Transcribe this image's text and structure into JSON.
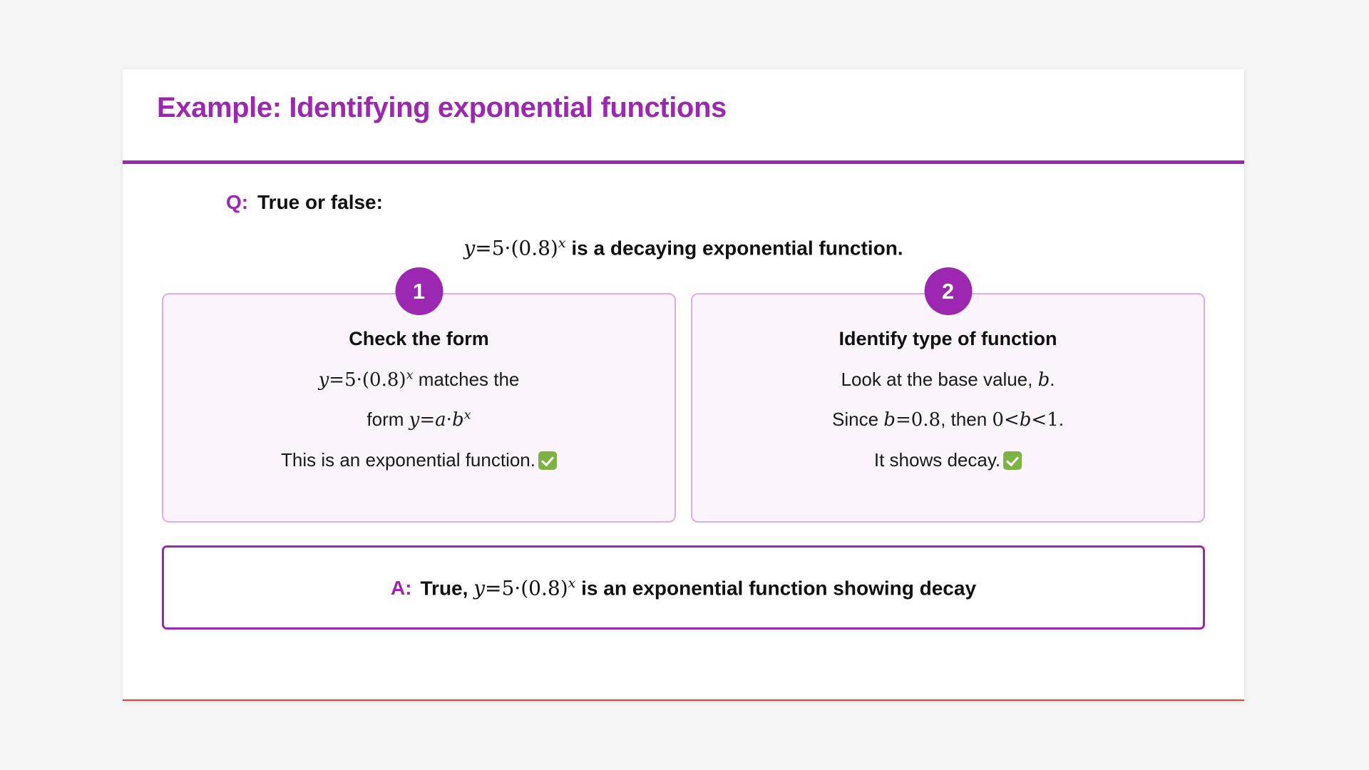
{
  "page": {
    "background_color": "#f5f5f5",
    "slide_background": "#ffffff",
    "accent_color": "#9c27b0",
    "card_fill": "#fbf4fd",
    "card_border": "#dfabee",
    "check_color": "#7cb342",
    "footer_rule_color": "#db4434"
  },
  "header": {
    "title": "Example: Identifying exponential functions"
  },
  "question": {
    "label": "Q:",
    "text": "True or false:",
    "equation": {
      "y": "y",
      "eq": "=",
      "coefficient": "5",
      "dot": "·",
      "open": "(",
      "base": "0.8",
      "close": ")",
      "exponent": "x"
    },
    "statement_tail": "is a decaying exponential function."
  },
  "steps": [
    {
      "badge": "1",
      "title": "Check the form",
      "line1_prefix": "",
      "line1_math": {
        "y": "y",
        "eq": "=",
        "coefficient": "5",
        "dot": "·",
        "open": "(",
        "base": "0.8",
        "close": ")",
        "exponent": "x"
      },
      "line1_suffix": "matches the",
      "line2_prefix": "form",
      "line2_math": {
        "y": "y",
        "eq": "=",
        "a": "a",
        "dot": "·",
        "b": "b",
        "exponent": "x"
      },
      "line3": "This is an exponential function.",
      "check_icon": "white-heavy-check-mark"
    },
    {
      "badge": "2",
      "title": "Identify type of function",
      "line1_prefix": "Look at the base value,",
      "line1_var": "b",
      "line1_suffix": ".",
      "line2_prefix": "Since",
      "line2_var": "b",
      "line2_eq": "=",
      "line2_value": "0.8",
      "line2_mid": ", then",
      "line2_ineq_left": "0",
      "line2_lt1": "<",
      "line2_ineq_var": "b",
      "line2_lt2": "<",
      "line2_ineq_right": "1",
      "line2_end": ".",
      "line3": "It shows decay.",
      "check_icon": "white-heavy-check-mark"
    }
  ],
  "answer": {
    "label": "A:",
    "prefix": "True,",
    "equation": {
      "y": "y",
      "eq": "=",
      "coefficient": "5",
      "dot": "·",
      "open": "(",
      "base": "0.8",
      "close": ")",
      "exponent": "x"
    },
    "suffix": "is an exponential function showing decay"
  }
}
